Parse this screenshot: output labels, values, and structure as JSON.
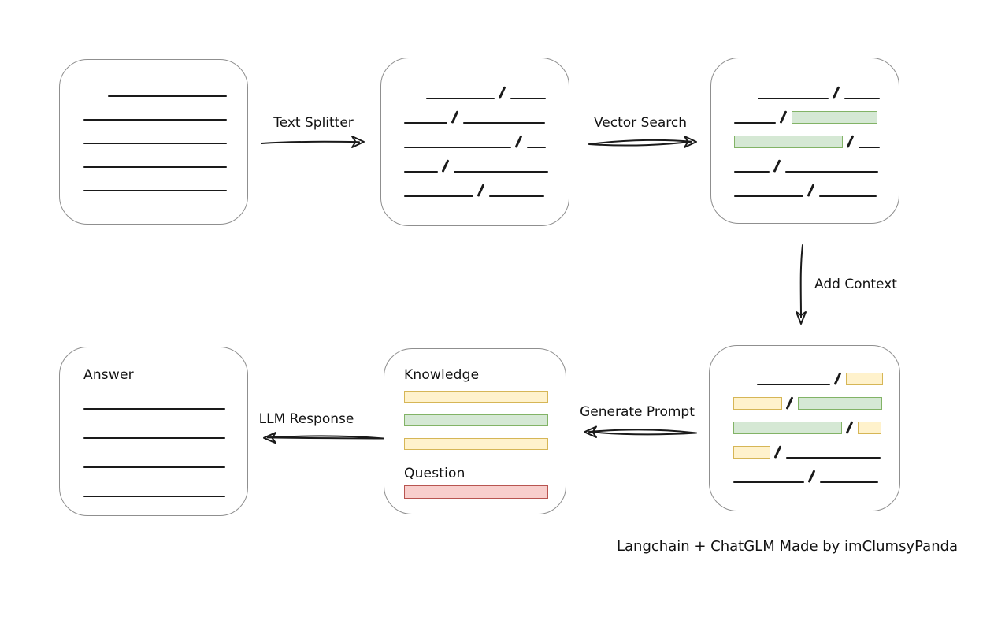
{
  "caption": "Langchain + ChatGLM Made by imClumsyPanda",
  "colors": {
    "box_border": "#8f8f8f",
    "line_color": "#1a1a1a",
    "chunk_green_fill": "#d5e8d4",
    "chunk_green_border": "#82b366",
    "chunk_yellow_fill": "#fff2cc",
    "chunk_yellow_border": "#d6b656",
    "question_red_fill": "#f8cecc",
    "question_red_border": "#b85450"
  },
  "arrows": {
    "text_splitter": "Text Splitter",
    "vector_search": "Vector Search",
    "add_context": "Add Context",
    "generate_prompt": "Generate Prompt",
    "llm_response": "LLM Response"
  },
  "boxes": {
    "document": {
      "rows": [
        [
          {
            "t": "space",
            "w": 31
          },
          {
            "t": "line",
            "w": 151
          }
        ],
        [
          {
            "t": "line",
            "w": 182
          }
        ],
        [
          {
            "t": "line",
            "w": 182
          }
        ],
        [
          {
            "t": "line",
            "w": 182
          }
        ],
        [
          {
            "t": "line",
            "w": 182
          }
        ]
      ]
    },
    "chunks": {
      "rows": [
        [
          {
            "t": "space",
            "w": 28
          },
          {
            "t": "line",
            "w": 87
          },
          {
            "t": "slash"
          },
          {
            "t": "line",
            "w": 45
          }
        ],
        [
          {
            "t": "line",
            "w": 55
          },
          {
            "t": "slash"
          },
          {
            "t": "line",
            "w": 104
          }
        ],
        [
          {
            "t": "line",
            "w": 136
          },
          {
            "t": "slash"
          },
          {
            "t": "line",
            "w": 24
          }
        ],
        [
          {
            "t": "line",
            "w": 43
          },
          {
            "t": "slash"
          },
          {
            "t": "line",
            "w": 120
          }
        ],
        [
          {
            "t": "line",
            "w": 88
          },
          {
            "t": "slash"
          },
          {
            "t": "line",
            "w": 70
          }
        ]
      ]
    },
    "search_results": {
      "rows": [
        [
          {
            "t": "space",
            "w": 30
          },
          {
            "t": "line",
            "w": 90
          },
          {
            "t": "slash"
          },
          {
            "t": "line",
            "w": 45
          }
        ],
        [
          {
            "t": "line",
            "w": 53
          },
          {
            "t": "slash"
          },
          {
            "t": "green",
            "w": 109
          }
        ],
        [
          {
            "t": "green",
            "w": 138
          },
          {
            "t": "slash"
          },
          {
            "t": "line",
            "w": 27
          }
        ],
        [
          {
            "t": "line",
            "w": 45
          },
          {
            "t": "slash"
          },
          {
            "t": "line",
            "w": 118
          }
        ],
        [
          {
            "t": "line",
            "w": 88
          },
          {
            "t": "slash"
          },
          {
            "t": "line",
            "w": 73
          }
        ]
      ]
    },
    "context": {
      "rows": [
        [
          {
            "t": "space",
            "w": 30
          },
          {
            "t": "line",
            "w": 93
          },
          {
            "t": "slash"
          },
          {
            "t": "yellow",
            "w": 47
          }
        ],
        [
          {
            "t": "yellow",
            "w": 62
          },
          {
            "t": "slash"
          },
          {
            "t": "green",
            "w": 107
          }
        ],
        [
          {
            "t": "green",
            "w": 138
          },
          {
            "t": "slash"
          },
          {
            "t": "yellow",
            "w": 30
          }
        ],
        [
          {
            "t": "yellow",
            "w": 47
          },
          {
            "t": "slash"
          },
          {
            "t": "line",
            "w": 120
          }
        ],
        [
          {
            "t": "line",
            "w": 90
          },
          {
            "t": "slash"
          },
          {
            "t": "line",
            "w": 74
          }
        ]
      ]
    },
    "prompt": {
      "knowledge_label": "Knowledge",
      "question_label": "Question",
      "knowledge_bars": [
        [
          {
            "t": "yellow",
            "w": 183
          }
        ],
        [
          {
            "t": "green",
            "w": 183
          }
        ],
        [
          {
            "t": "yellow",
            "w": 183
          }
        ]
      ],
      "question_bars": [
        [
          {
            "t": "red",
            "w": 183
          }
        ]
      ]
    },
    "answer": {
      "label": "Answer",
      "rows": [
        [
          {
            "t": "line",
            "w": 180
          }
        ],
        [
          {
            "t": "line",
            "w": 180
          }
        ],
        [
          {
            "t": "line",
            "w": 180
          }
        ],
        [
          {
            "t": "line",
            "w": 180
          }
        ]
      ]
    }
  }
}
